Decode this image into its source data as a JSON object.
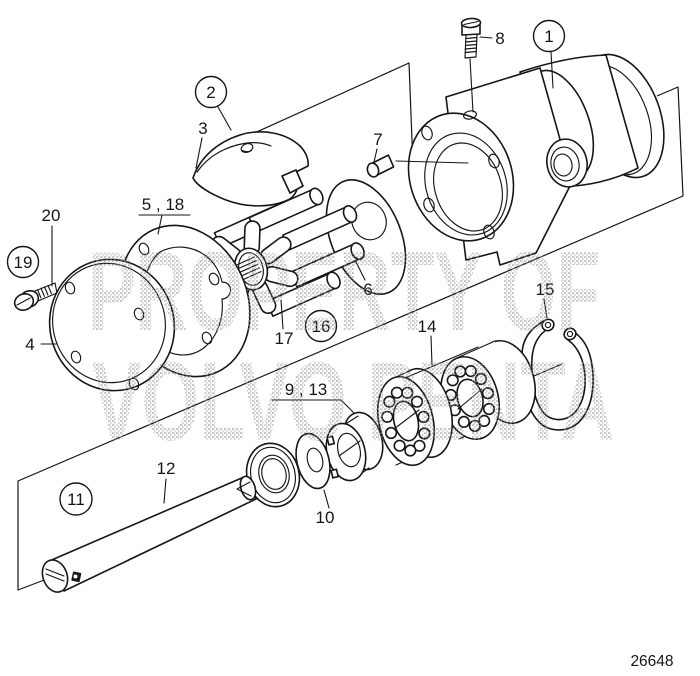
{
  "figure": {
    "drawing_number": "26648",
    "watermark": {
      "line1": "PROPERTY OF",
      "line2": "VOLVO PENTA"
    },
    "colors": {
      "line": "#161616",
      "background": "#ffffff",
      "watermark_gray": "#8f8f8f"
    },
    "callouts": {
      "c1": "1",
      "c2": "2",
      "c3": "3",
      "c4": "4",
      "c5_18": "5 , 18",
      "c6": "6",
      "c7": "7",
      "c8": "8",
      "c9_13": "9 , 13",
      "c10": "10",
      "c11": "11",
      "c12": "12",
      "c14": "14",
      "c15": "15",
      "c16": "16",
      "c17": "17",
      "c19": "19",
      "c20": "20"
    }
  }
}
